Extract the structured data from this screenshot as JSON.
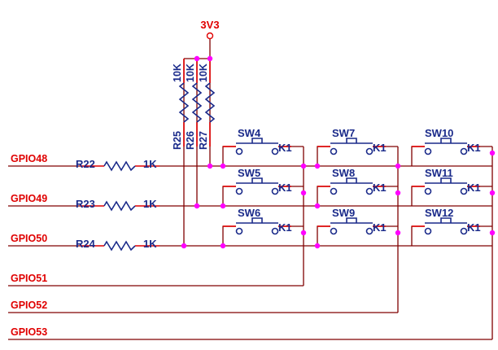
{
  "power": {
    "label": "3V3"
  },
  "gpio": {
    "g48": "GPIO48",
    "g49": "GPIO49",
    "g50": "GPIO50",
    "g51": "GPIO51",
    "g52": "GPIO52",
    "g53": "GPIO53"
  },
  "resistors": {
    "r22": {
      "ref": "R22",
      "value": "1K"
    },
    "r23": {
      "ref": "R23",
      "value": "1K"
    },
    "r24": {
      "ref": "R24",
      "value": "1K"
    },
    "r25": {
      "ref": "R25",
      "value": "10K"
    },
    "r26": {
      "ref": "R26",
      "value": "10K"
    },
    "r27": {
      "ref": "R27",
      "value": "10K"
    }
  },
  "switches": {
    "sw4": {
      "ref": "SW4",
      "type": "K1"
    },
    "sw5": {
      "ref": "SW5",
      "type": "K1"
    },
    "sw6": {
      "ref": "SW6",
      "type": "K1"
    },
    "sw7": {
      "ref": "SW7",
      "type": "K1"
    },
    "sw8": {
      "ref": "SW8",
      "type": "K1"
    },
    "sw9": {
      "ref": "SW9",
      "type": "K1"
    },
    "sw10": {
      "ref": "SW10",
      "type": "K1"
    },
    "sw11": {
      "ref": "SW11",
      "type": "K1"
    },
    "sw12": {
      "ref": "SW12",
      "type": "K1"
    }
  },
  "colors": {
    "wire": "#800000",
    "pin": "#e00000",
    "label": "#e00000",
    "component": "#1a2a8a",
    "junction": "#ff00ff"
  }
}
